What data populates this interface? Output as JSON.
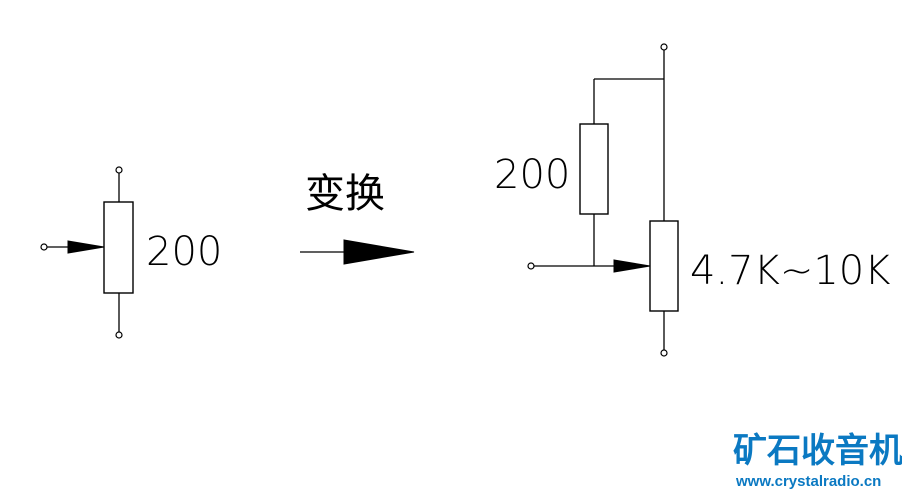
{
  "left_circuit": {
    "resistor_value": "200"
  },
  "transform_label": "变换",
  "right_circuit": {
    "fixed_resistor_value": "200",
    "pot_value": "4.7K~10K"
  },
  "watermark": {
    "name": "矿石收音机",
    "url": "www.crystalradio.cn",
    "color": "#0b79c2"
  }
}
